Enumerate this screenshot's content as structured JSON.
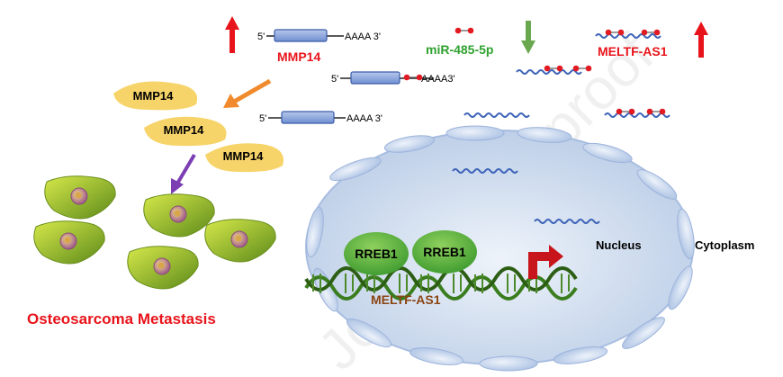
{
  "labels": {
    "mmp14_gene": "MMP14",
    "mirna": "miR-485-5p",
    "lncrna_top": "MELTF-AS1",
    "protein_1": "MMP14",
    "protein_2": "MMP14",
    "protein_3": "MMP14",
    "rreb1_a": "RREB1",
    "rreb1_b": "RREB1",
    "lncrna_dna": "MELTF-AS1",
    "nucleus": "Nucleus",
    "cytoplasm": "Cytoplasm",
    "outcome": "Osteosarcoma Metastasis"
  },
  "mrna": {
    "five_prime": "5'",
    "tail": "AAAA 3'",
    "tail_short": "AAAA3'"
  },
  "watermark": "Journal Pre-proof",
  "colors": {
    "up_arrow": "#e8141b",
    "down_arrow": "#6aa84f",
    "mirna_text": "#2ea12e",
    "red_text": "#e8141b",
    "lnc_text": "#8b4513",
    "cell_fill": "#b5d334",
    "protein_fill": "#f7d46a",
    "rreb_fill": "#6fbe44",
    "nucleus_fill": "#d7e3f3",
    "wave": "#3e64b8"
  }
}
